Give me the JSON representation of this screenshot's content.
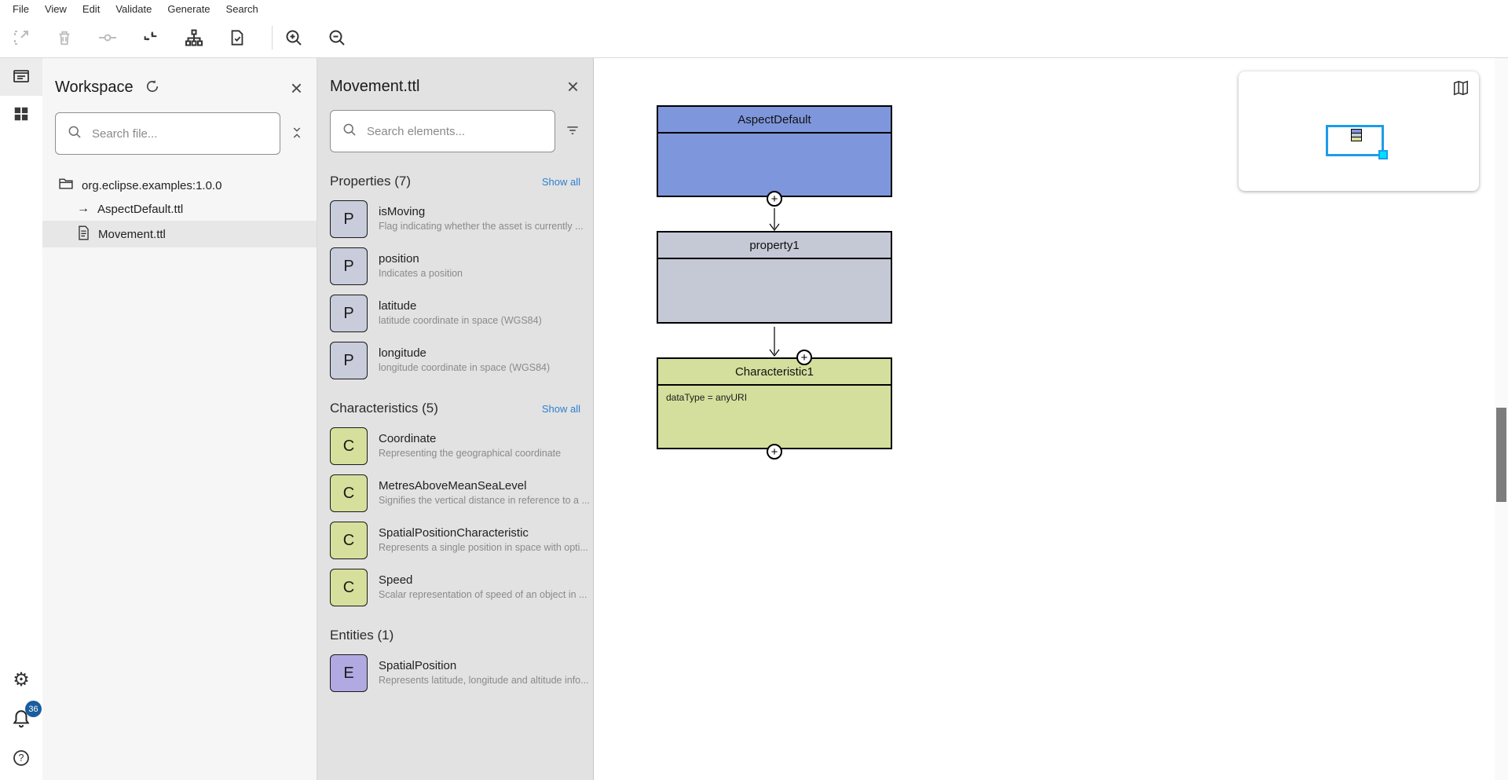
{
  "menu": {
    "items": [
      "File",
      "View",
      "Edit",
      "Validate",
      "Generate",
      "Search"
    ]
  },
  "toolbar": {
    "icons": [
      "fit-to-screen",
      "delete",
      "connect-elements",
      "auto-format",
      "hierarchy-layout",
      "validate-file",
      "zoom-in",
      "zoom-out"
    ],
    "disabled_icons": [
      "fit-to-screen",
      "delete",
      "connect-elements"
    ]
  },
  "rail": {
    "top_icons": [
      "workspace-files",
      "elements-grid"
    ],
    "selected_icon": "workspace-files",
    "bottom_icons": [
      "settings",
      "notifications",
      "help"
    ],
    "notifications_badge": "36"
  },
  "workspace": {
    "title": "Workspace",
    "search_placeholder": "Search file...",
    "folder": "org.eclipse.examples:1.0.0",
    "files": [
      {
        "name": "AspectDefault.ttl",
        "icon": "arrow-right-icon",
        "selected": false
      },
      {
        "name": "Movement.ttl",
        "icon": "file-document-icon",
        "selected": true
      }
    ]
  },
  "elements_panel": {
    "title": "Movement.ttl",
    "search_placeholder": "Search elements...",
    "show_all_label": "Show all",
    "sections": [
      {
        "label": "Properties (7)",
        "badge": "P",
        "badge_color": "#c9ccdb",
        "items": [
          {
            "title": "isMoving",
            "desc": "Flag indicating whether the asset is currently ..."
          },
          {
            "title": "position",
            "desc": "Indicates a position"
          },
          {
            "title": "latitude",
            "desc": "latitude coordinate in space (WGS84)"
          },
          {
            "title": "longitude",
            "desc": "longitude coordinate in space (WGS84)"
          }
        ]
      },
      {
        "label": "Characteristics (5)",
        "badge": "C",
        "badge_color": "#d6e09c",
        "items": [
          {
            "title": "Coordinate",
            "desc": "Representing the geographical coordinate"
          },
          {
            "title": "MetresAboveMeanSeaLevel",
            "desc": "Signifies the vertical distance in reference to a ..."
          },
          {
            "title": "SpatialPositionCharacteristic",
            "desc": "Represents a single position in space with opti..."
          },
          {
            "title": "Speed",
            "desc": "Scalar representation of speed of an object in ..."
          }
        ]
      },
      {
        "label": "Entities (1)",
        "badge": "E",
        "badge_color": "#b1a9e1",
        "items": [
          {
            "title": "SpatialPosition",
            "desc": "Represents latitude, longitude and altitude info..."
          }
        ]
      }
    ]
  },
  "diagram": {
    "nodes": [
      {
        "label": "AspectDefault",
        "fill": "#7e96dc"
      },
      {
        "label": "property1",
        "fill": "#c5c8d5"
      },
      {
        "label": "Characteristic1",
        "fill": "#d5df9d",
        "body": "dataType = anyURI"
      }
    ]
  },
  "minimap": {
    "viewport_color": "#1e9be9",
    "handle_color": "#00e0ff"
  },
  "links": {
    "show_all_color": "#2e7fd1"
  }
}
